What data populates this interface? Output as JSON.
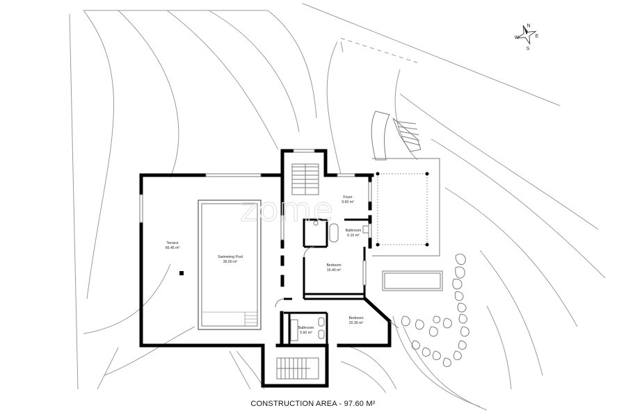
{
  "watermark": "zome",
  "compass": {
    "n": "N",
    "e": "E",
    "s": "S",
    "w": "W"
  },
  "rooms": {
    "terrace": {
      "name": "Terrace",
      "area": "66.45 m²"
    },
    "pool": {
      "name": "Swimming Pool",
      "area": "36.00 m²"
    },
    "foyer": {
      "name": "Foyer",
      "area": "9.60 m²"
    },
    "bathroom1": {
      "name": "Bathroom",
      "area": "6.10 m²"
    },
    "bedroom1": {
      "name": "Bedroom",
      "area": "16.40 m²"
    },
    "bedroom2": {
      "name": "Bedroom",
      "area": "20.35 m²"
    },
    "bathroom2": {
      "name": "Bathroom",
      "area": "5.60 m²"
    }
  },
  "caption": "CONSTRUCTION AREA - 97.60 M²"
}
